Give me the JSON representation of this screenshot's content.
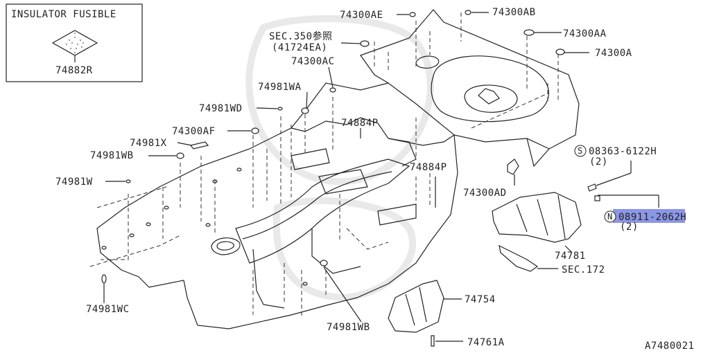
{
  "diagram_id": "A7480021",
  "inset": {
    "title": "INSULATOR FUSIBLE",
    "part": "74882R"
  },
  "labels": {
    "p74300AE": "74300AE",
    "p74300AB": "74300AB",
    "p74300AA": "74300AA",
    "p74300A": "74300A",
    "sec350": "SEC.350参照",
    "sec350_sub": "(41724EA)",
    "p74300AC": "74300AC",
    "p74981WA": "74981WA",
    "p74981WD": "74981WD",
    "p74884P_1": "74884P",
    "p74300AF": "74300AF",
    "p74981X": "74981X",
    "p74981WB_1": "74981WB",
    "p74884P_2": "74884P",
    "p74981W": "74981W",
    "p74300AD": "74300AD",
    "bolt_s": "08363-6122H",
    "bolt_s_qty": "(2)",
    "bolt_s_prefix": "S",
    "nut_n": "08911-2062H",
    "nut_n_qty": "(2)",
    "nut_n_prefix": "N",
    "p74781": "74781",
    "sec172": "SEC.172",
    "p74754": "74754",
    "p74981WC": "74981WC",
    "p74981WB_2": "74981WB",
    "p74761A": "74761A"
  },
  "highlight_color": "#2e3fd1"
}
